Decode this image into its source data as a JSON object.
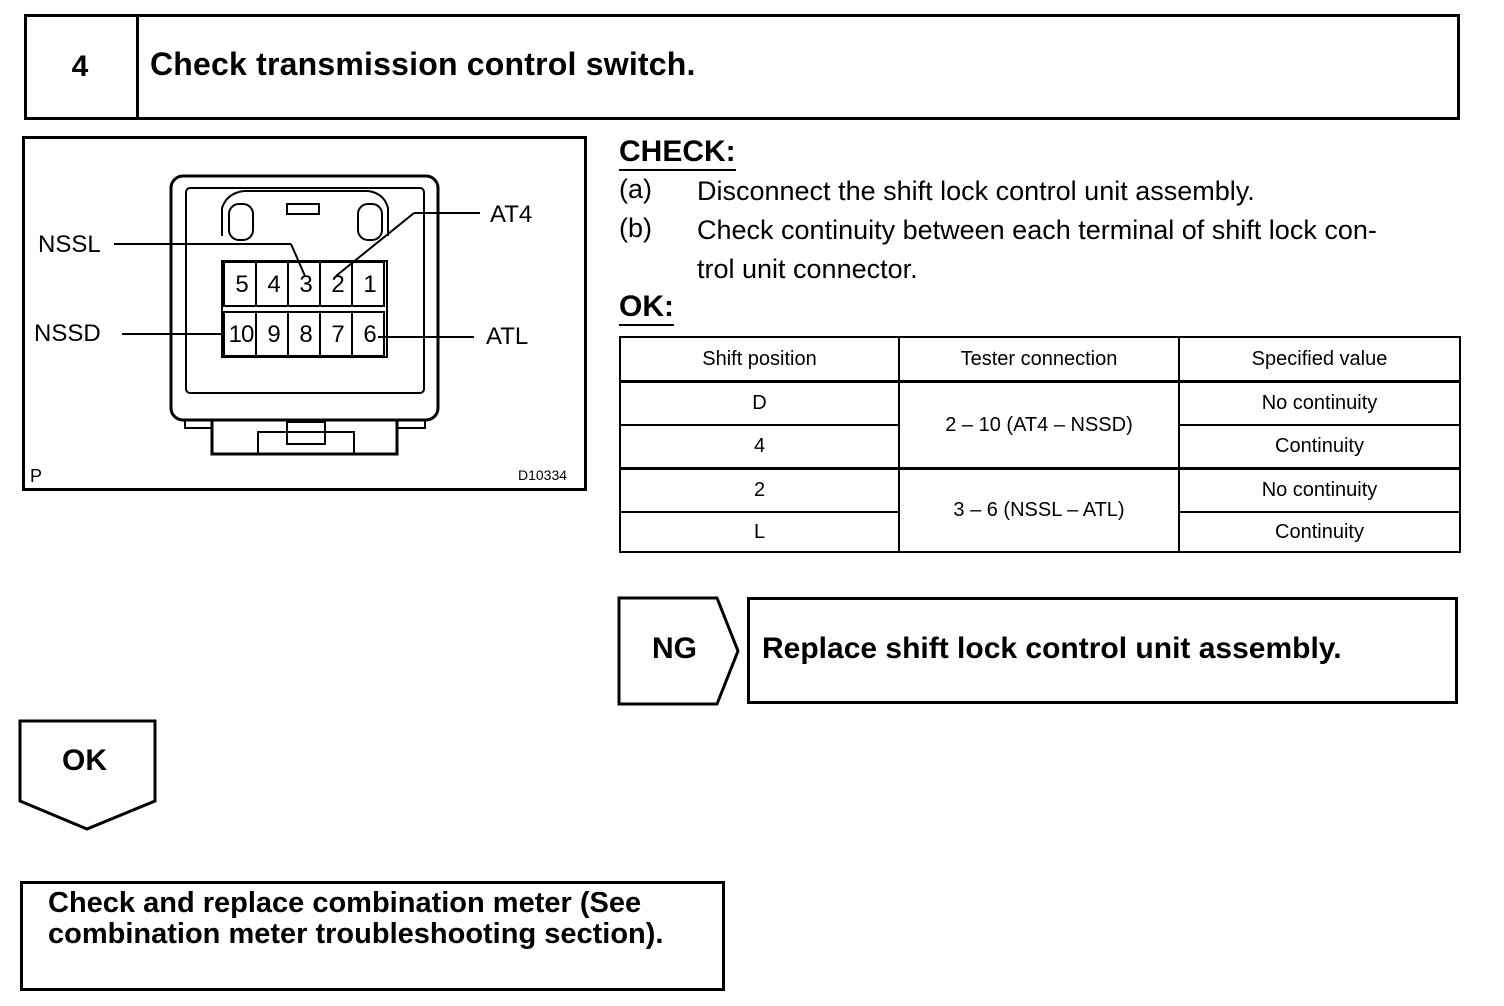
{
  "header": {
    "step_number": "4",
    "title": "Check transmission control switch."
  },
  "figure": {
    "labels": {
      "nssl": "NSSL",
      "nssd": "NSSD",
      "at4": "AT4",
      "atl": "ATL"
    },
    "pins_top": [
      "5",
      "4",
      "3",
      "2",
      "1"
    ],
    "pins_bottom": [
      "10",
      "9",
      "8",
      "7",
      "6"
    ],
    "corner_code": "P",
    "figure_id": "D10334"
  },
  "check": {
    "heading": "CHECK:",
    "steps": [
      {
        "letter": "(a)",
        "text": "Disconnect the shift lock control unit assembly."
      },
      {
        "letter": "(b)",
        "text_line1": "Check continuity between each terminal of shift lock con-",
        "text_line2": "trol unit connector."
      }
    ]
  },
  "ok": {
    "heading": "OK:"
  },
  "table": {
    "headers": [
      "Shift position",
      "Tester connection",
      "Specified value"
    ],
    "groups": [
      {
        "connection": "2 – 10 (AT4 – NSSD)",
        "rows": [
          {
            "position": "D",
            "value": "No continuity"
          },
          {
            "position": "4",
            "value": "Continuity"
          }
        ]
      },
      {
        "connection": "3 – 6 (NSSL – ATL)",
        "rows": [
          {
            "position": "2",
            "value": "No continuity"
          },
          {
            "position": "L",
            "value": "Continuity"
          }
        ]
      }
    ]
  },
  "ng_result": {
    "tag": "NG",
    "text": "Replace shift lock control unit assembly."
  },
  "ok_flow": {
    "tag": "OK"
  },
  "final": {
    "line1": "Check and replace combination meter (See",
    "line2": "combination meter troubleshooting section)."
  }
}
